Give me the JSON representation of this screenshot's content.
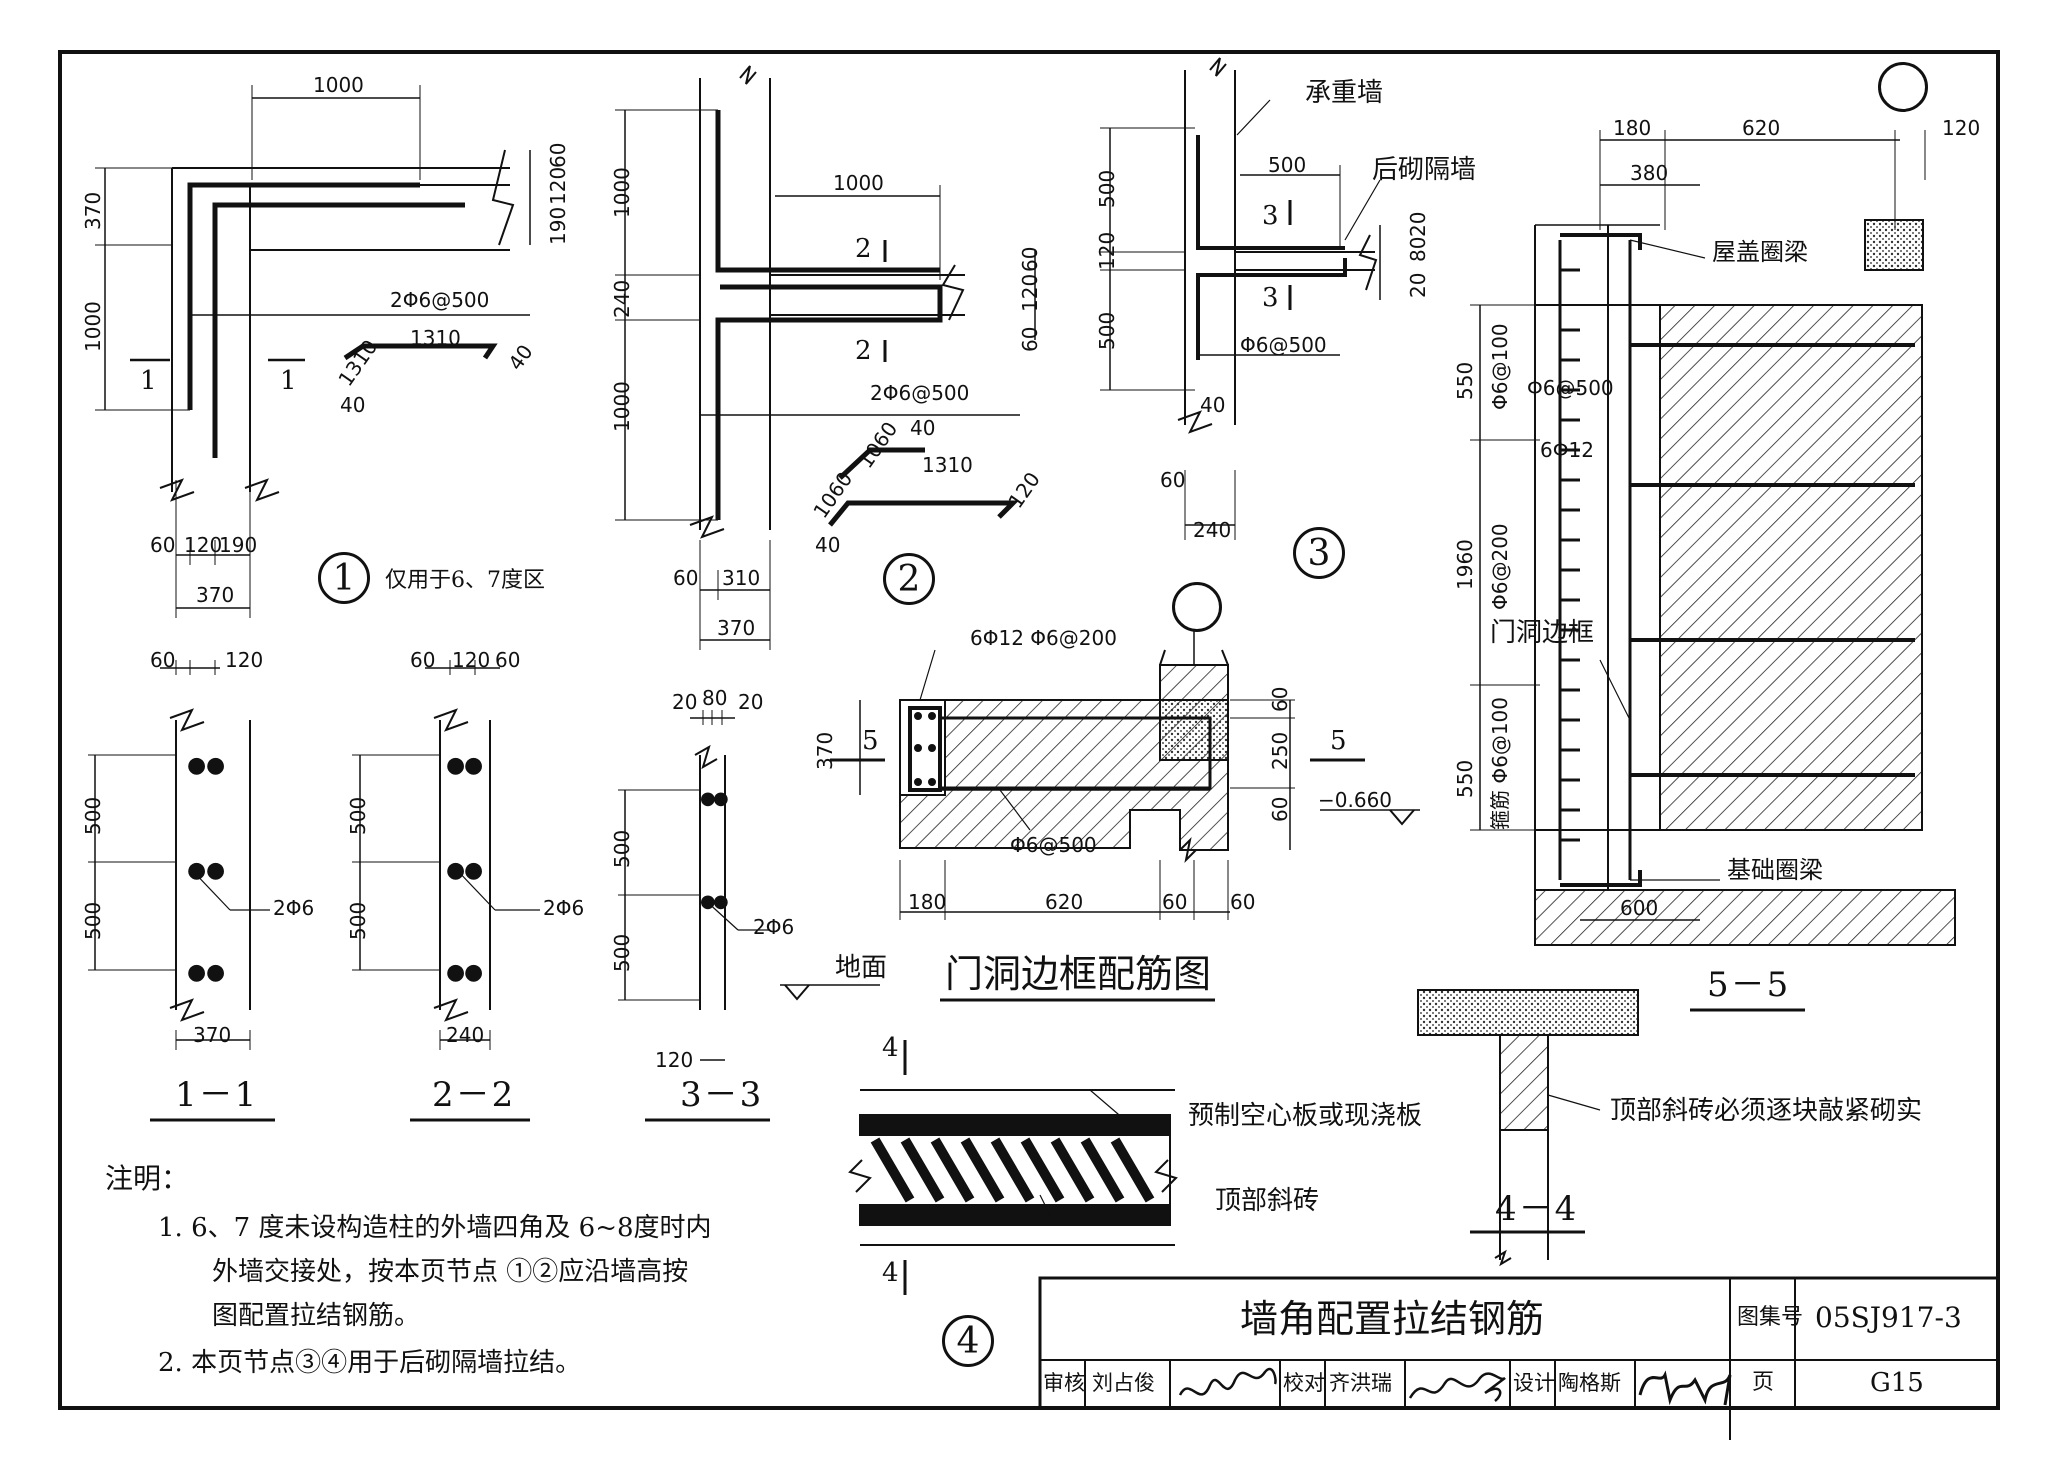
{
  "title_block": {
    "title": "墙角配置拉结钢筋",
    "atlas_label": "图集号",
    "atlas_no": "05SJ917-3",
    "page_label": "页",
    "page_no": "G15",
    "review_label": "审核",
    "reviewer": "刘占俊",
    "check_label": "校对",
    "checker": "齐洪瑞",
    "design_label": "设计",
    "designer": "陶格斯"
  },
  "notes": {
    "heading": "注明：",
    "line1": "1.  6、7 度未设构造柱的外墙四角及 6~8度时内",
    "line2": "外墙交接处，按本页节点 ①②应沿墙高按",
    "line3": "图配置拉结钢筋。",
    "line4": "2.  本页节点③④用于后砌隔墙拉结。"
  },
  "detail1": {
    "circle": "1",
    "caption": "仅用于6、7度区",
    "dim_top": "1000",
    "dim_370": "370",
    "dim_1000": "1000",
    "dim_60": "60",
    "dim_120": "120",
    "dim_190": "190",
    "rebar": "2Φ6@500",
    "sec": "1",
    "bend_1310a": "1310",
    "bend_1310b": "1310",
    "bend_40a": "40",
    "bend_40b": "40",
    "bot_60": "60",
    "bot_120": "120",
    "bot_190": "190",
    "bot_370": "370"
  },
  "detail2": {
    "circle": "2",
    "dim_1000a": "1000",
    "dim_240": "240",
    "dim_1000b": "1000",
    "dim_top": "1000",
    "sec": "2",
    "dim_60a": "60",
    "dim_120": "120",
    "dim_60b": "60",
    "rebar": "2Φ6@500",
    "bend_1060a": "1060",
    "bend_1060b": "1060",
    "bend_1310": "1310",
    "bend_40a": "40",
    "bend_40b": "40",
    "bend_120": "120",
    "bot_60": "60",
    "bot_310": "310",
    "bot_370": "370"
  },
  "detail3": {
    "circle": "3",
    "bearing_wall": "承重墙",
    "partition": "后砌隔墙",
    "dim_500top": "500",
    "dim_500a": "500",
    "dim_120": "120",
    "dim_500b": "500",
    "sec": "3",
    "dim_20a": "20",
    "dim_80": "80",
    "dim_20b": "20",
    "rebar": "Φ6@500",
    "dim_40": "40",
    "dim_60": "60",
    "bot_240": "240"
  },
  "sec11": {
    "label": "1－1",
    "d60": "60",
    "d120": "120",
    "d500a": "500",
    "d500b": "500",
    "rebar": "2Φ6",
    "w": "370"
  },
  "sec22": {
    "label": "2－2",
    "d60a": "60",
    "d120": "120",
    "d60b": "60",
    "d500a": "500",
    "d500b": "500",
    "rebar": "2Φ6",
    "w": "240"
  },
  "sec33": {
    "label": "3－3",
    "d20a": "20",
    "d80": "80",
    "d20b": "20",
    "d500a": "500",
    "d500b": "500",
    "rebar": "2Φ6",
    "w": "120",
    "ground": "地面"
  },
  "door": {
    "title": "门洞边框配筋图",
    "rebar_top": "6Φ12  Φ6@200",
    "dim_370": "370",
    "dim_60a": "60",
    "dim_250": "250",
    "dim_60b": "60",
    "sec_a": "5",
    "sec_b": "5",
    "elev": "−0.660",
    "rebar_bot": "Φ6@500",
    "b180": "180",
    "b620": "620",
    "b60a": "60",
    "b60b": "60"
  },
  "sec55": {
    "label": "5－5",
    "d180": "180",
    "d620": "620",
    "d120": "120",
    "d380": "380",
    "roof_beam": "屋盖圈梁",
    "r_500": "Φ6@500",
    "r_12": "6Φ12",
    "v550a": "550",
    "v100a": "Φ6@100",
    "v1960": "1960",
    "v200": "Φ6@200",
    "door_frame": "门洞边框",
    "v550b": "550",
    "v100b": "箍筋 Φ6@100",
    "found_beam": "基础圈梁",
    "d600": "600"
  },
  "detail4": {
    "circle": "4",
    "sec_top": "4",
    "sec_bot": "4",
    "slab": "预制空心板或现浇板",
    "top_brick": "顶部斜砖",
    "note": "顶部斜砖必须逐块敲紧砌实",
    "label44": "4－4"
  }
}
